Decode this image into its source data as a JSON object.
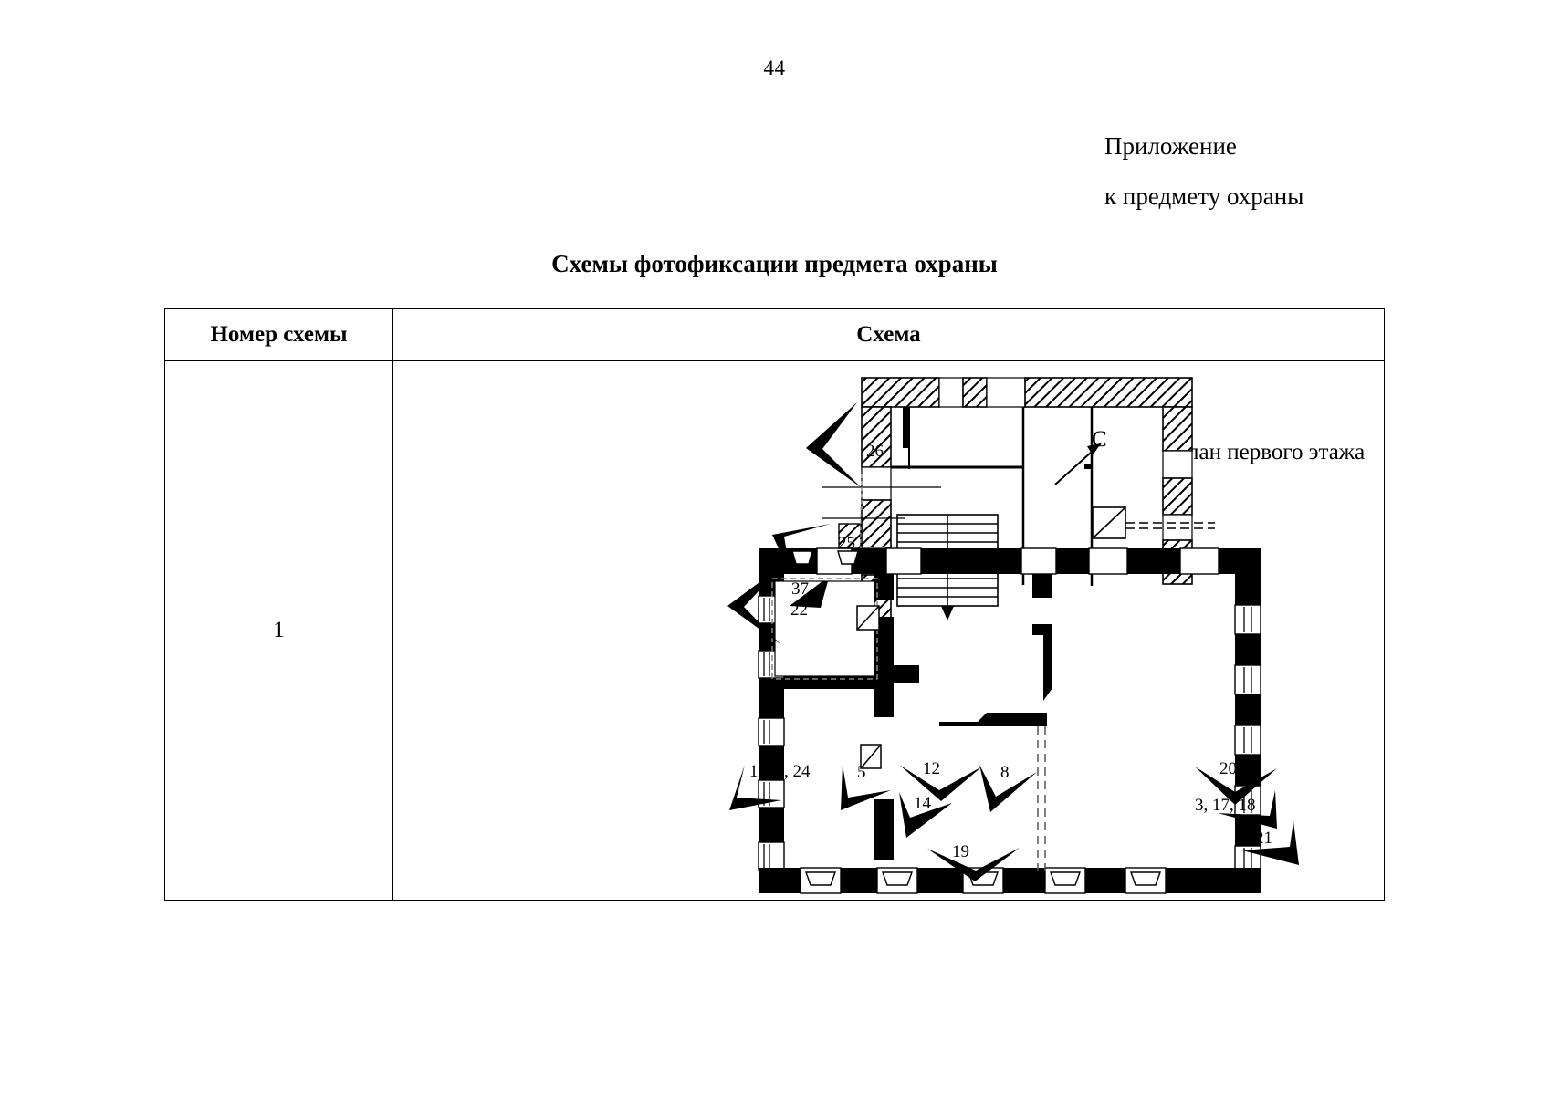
{
  "document": {
    "page_number": "44",
    "appendix_lines": [
      "Приложение",
      "к предмету охраны"
    ],
    "title": "Схемы фотофиксации предмета охраны"
  },
  "table": {
    "headers": {
      "number": "Номер схемы",
      "scheme": "Схема"
    },
    "rows": [
      {
        "number": "1",
        "plan_caption": "План первого этажа",
        "north_marker": "С",
        "room_label": "37",
        "viewpoint_markers": [
          {
            "id": "marker-26",
            "label": "26"
          },
          {
            "id": "marker-25",
            "label": "25"
          },
          {
            "id": "marker-22",
            "label": "22"
          },
          {
            "id": "marker-1-23-24",
            "label": "1, 23, 24"
          },
          {
            "id": "marker-5",
            "label": "5"
          },
          {
            "id": "marker-12",
            "label": "12"
          },
          {
            "id": "marker-14",
            "label": "14"
          },
          {
            "id": "marker-8",
            "label": "8"
          },
          {
            "id": "marker-19",
            "label": "19"
          },
          {
            "id": "marker-20",
            "label": "20"
          },
          {
            "id": "marker-3-17-18",
            "label": "3, 17, 18"
          },
          {
            "id": "marker-21",
            "label": "21"
          }
        ]
      }
    ]
  },
  "colors": {
    "ink": "#000000",
    "paper": "#ffffff",
    "rule": "#000000"
  }
}
